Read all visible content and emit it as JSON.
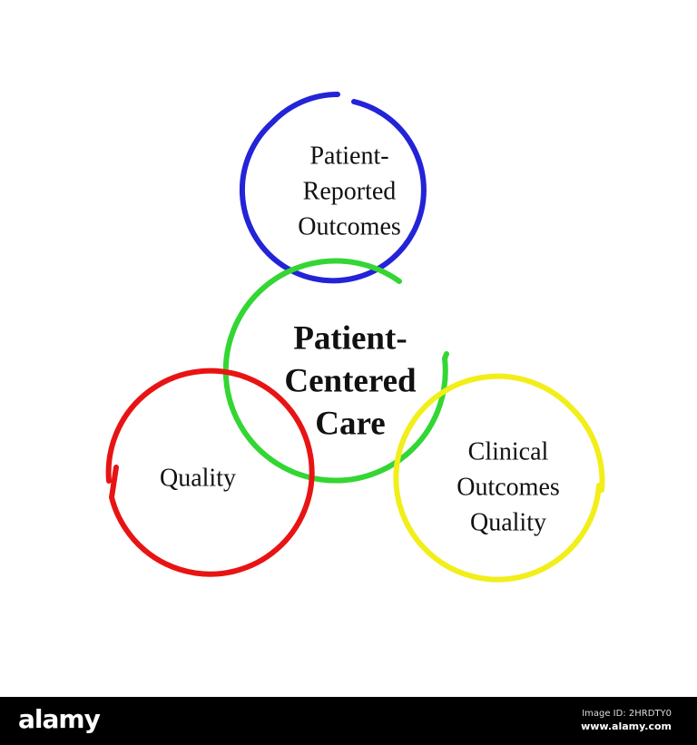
{
  "nodes": [
    {
      "id": "top",
      "label_lines": [
        "Patient-",
        "Reported",
        "Outcomes"
      ],
      "color": "#2323d8"
    },
    {
      "id": "center",
      "label_lines": [
        "Patient-",
        "Centered",
        "Care"
      ],
      "color": "#33d633"
    },
    {
      "id": "left",
      "label_lines": [
        "Quality"
      ],
      "color": "#e81414"
    },
    {
      "id": "right",
      "label_lines": [
        "Clinical",
        "Outcomes",
        "Quality"
      ],
      "color": "#f2ee1a"
    }
  ],
  "footer": {
    "logo": "alamy",
    "image_id": "Image ID: 2HRDTY0",
    "url": "www.alamy.com"
  }
}
